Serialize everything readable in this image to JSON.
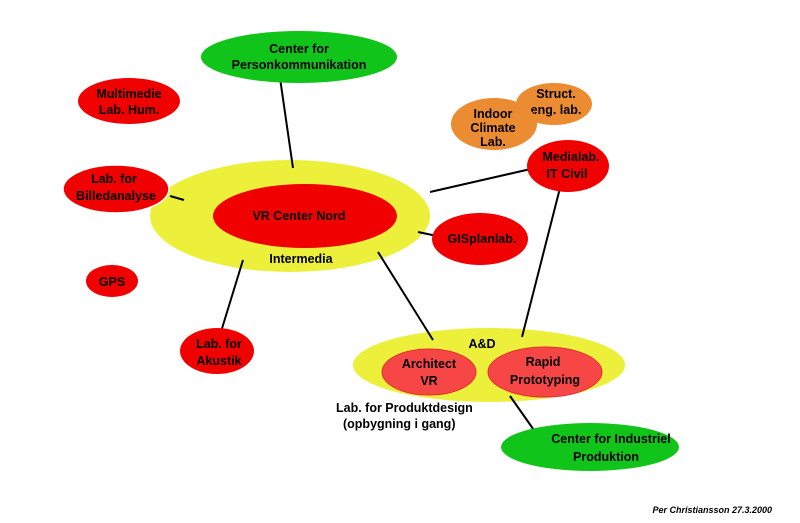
{
  "colors": {
    "green": "#11c41a",
    "red": "#f10000",
    "red_light": "#f64646",
    "orange": "#ec8c32",
    "yellow": "#ecf03a"
  },
  "nodes": {
    "personkommunikation": {
      "lines": [
        "Center for",
        "Personkommunikation"
      ]
    },
    "multimedie": {
      "lines": [
        "Multimedie",
        "Lab. Hum."
      ]
    },
    "billedanalyse": {
      "lines": [
        "Lab. for",
        "Billedanalyse"
      ]
    },
    "gps": {
      "lines": [
        "GPS"
      ]
    },
    "akustik": {
      "lines": [
        "Lab. for",
        "Akustik"
      ]
    },
    "intermedia": {
      "label": "Intermedia"
    },
    "vr_center": {
      "lines": [
        "VR Center Nord"
      ]
    },
    "gisplanlab": {
      "lines": [
        "GISplanlab."
      ]
    },
    "indoor_climate": {
      "lines": [
        "Indoor",
        "Climate",
        "Lab."
      ]
    },
    "struct_eng": {
      "lines": [
        "Struct.",
        "eng. lab."
      ]
    },
    "medialab": {
      "lines": [
        "Medialab.",
        "IT Civil"
      ]
    },
    "ad": {
      "label": "A&D"
    },
    "architect_vr": {
      "lines": [
        "Architect",
        "VR"
      ]
    },
    "rapid_prototyping": {
      "lines": [
        "Rapid",
        "Prototyping"
      ]
    },
    "produktdesign": {
      "lines": [
        "Lab. for Produktdesign",
        "(opbygning i gang)"
      ]
    },
    "industriel": {
      "lines": [
        "Center for Industriel",
        "Produktion"
      ]
    }
  },
  "signature": "Per Christiansson 27.3.2000"
}
